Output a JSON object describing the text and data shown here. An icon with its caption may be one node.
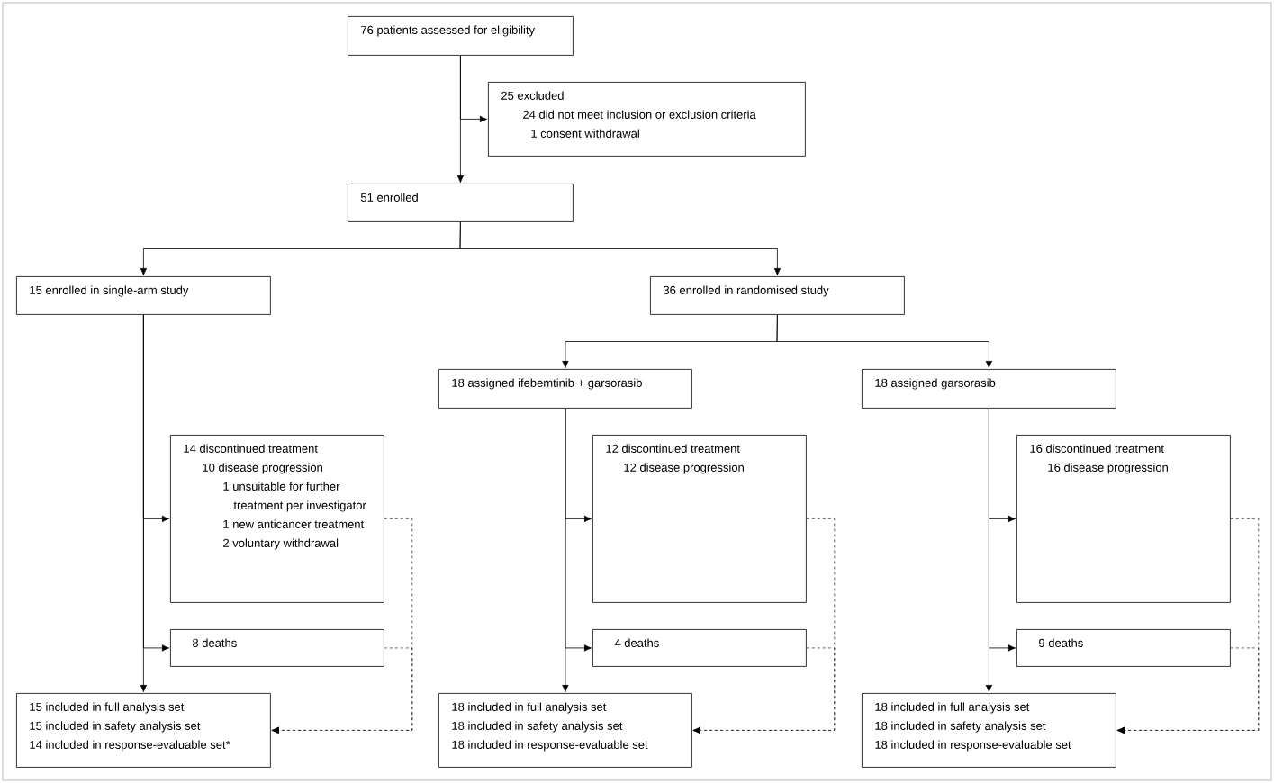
{
  "diagram": {
    "nodes": [
      {
        "text": [
          "76 patients assessed for eligibility"
        ]
      },
      {
        "text": [
          "25 excluded",
          "24 did not meet inclusion or exclusion criteria",
          "1 consent withdrawal"
        ]
      },
      {
        "text": [
          "51 enrolled"
        ]
      },
      {
        "text": [
          "15 enrolled in single-arm study"
        ]
      },
      {
        "text": [
          "36 enrolled in randomised study"
        ]
      },
      {
        "text": [
          "18 assigned ifebemtinib + garsorasib"
        ]
      },
      {
        "text": [
          "18 assigned garsorasib"
        ]
      },
      {
        "text": [
          "14 discontinued treatment",
          "10 disease progression",
          "1 unsuitable for further treatment per investigator",
          "1 new anticancer treatment",
          "2 voluntary withdrawal"
        ]
      },
      {
        "text": [
          "8 deaths"
        ]
      },
      {
        "text": [
          "15 included in full analysis set",
          "15 included in safety analysis set",
          "14 included in response-evaluable set*"
        ]
      },
      {
        "text": [
          "12 discontinued treatment",
          "12 disease progression"
        ]
      },
      {
        "text": [
          "4 deaths"
        ]
      },
      {
        "text": [
          "18 included in full analysis set",
          "18 included in safety analysis set",
          "18 included in response-evaluable set"
        ]
      },
      {
        "text": [
          "16 discontinued treatment",
          "16 disease progression"
        ]
      },
      {
        "text": [
          "9 deaths"
        ]
      },
      {
        "text": [
          "18 included in full analysis set",
          "18 included in safety analysis set",
          "18 included in response-evaluable set"
        ]
      }
    ],
    "edges": [
      {
        "from": 0,
        "to": 1,
        "arrow": "to"
      },
      {
        "from": 0,
        "to": 2,
        "arrow": "to"
      },
      {
        "from": 2,
        "to": 3,
        "arrow": "to"
      },
      {
        "from": 2,
        "to": 4,
        "arrow": "to"
      },
      {
        "from": 3,
        "to": 7,
        "arrow": "to"
      },
      {
        "from": 3,
        "to": 8,
        "arrow": "to"
      },
      {
        "from": 3,
        "to": 9,
        "arrow": "to"
      },
      {
        "from": 7,
        "to": 9,
        "arrow": "to",
        "style": "dashed"
      },
      {
        "from": 8,
        "to": 9,
        "arrow": "to",
        "style": "dashed"
      },
      {
        "from": 4,
        "to": 5,
        "arrow": "to"
      },
      {
        "from": 4,
        "to": 6,
        "arrow": "to"
      },
      {
        "from": 5,
        "to": 10,
        "arrow": "to"
      },
      {
        "from": 5,
        "to": 11,
        "arrow": "to"
      },
      {
        "from": 5,
        "to": 12,
        "arrow": "to"
      },
      {
        "from": 10,
        "to": 12,
        "arrow": "to",
        "style": "dashed"
      },
      {
        "from": 11,
        "to": 12,
        "arrow": "to",
        "style": "dashed"
      },
      {
        "from": 6,
        "to": 13,
        "arrow": "to"
      },
      {
        "from": 6,
        "to": 14,
        "arrow": "to"
      },
      {
        "from": 6,
        "to": 15,
        "arrow": "to"
      },
      {
        "from": 13,
        "to": 15,
        "arrow": "to",
        "style": "dashed"
      },
      {
        "from": 14,
        "to": 15,
        "arrow": "to",
        "style": "dashed"
      }
    ]
  }
}
